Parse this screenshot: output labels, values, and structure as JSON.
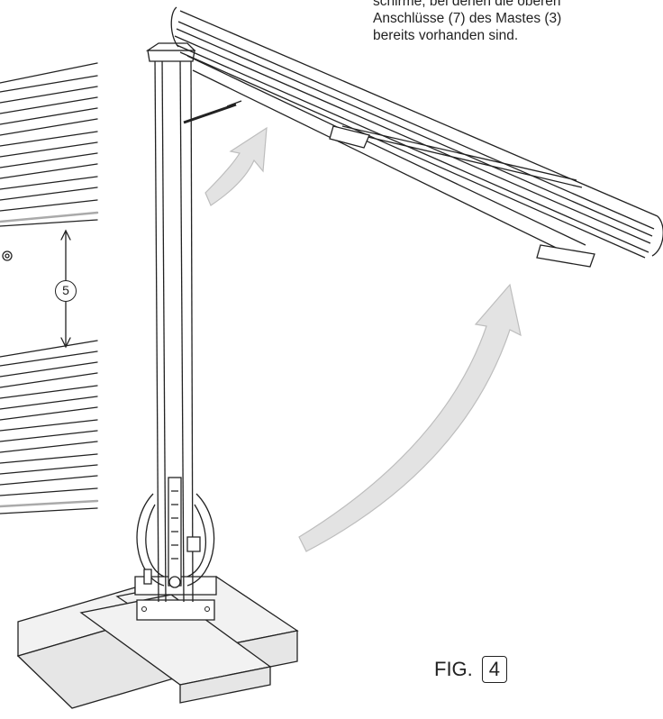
{
  "caption": {
    "lines": [
      "schirme, bei denen die oberen",
      "Anschlüsse (7) des Mastes (3)",
      "bereits vorhanden sind."
    ]
  },
  "callout_label": "5",
  "figure_label": {
    "prefix": "FIG.",
    "number": "4"
  },
  "colors": {
    "line": "#222222",
    "arrow_fill": "#e3e3e3",
    "arrow_stroke": "#bdbdbd",
    "base_fill": "#f2f2f2"
  }
}
